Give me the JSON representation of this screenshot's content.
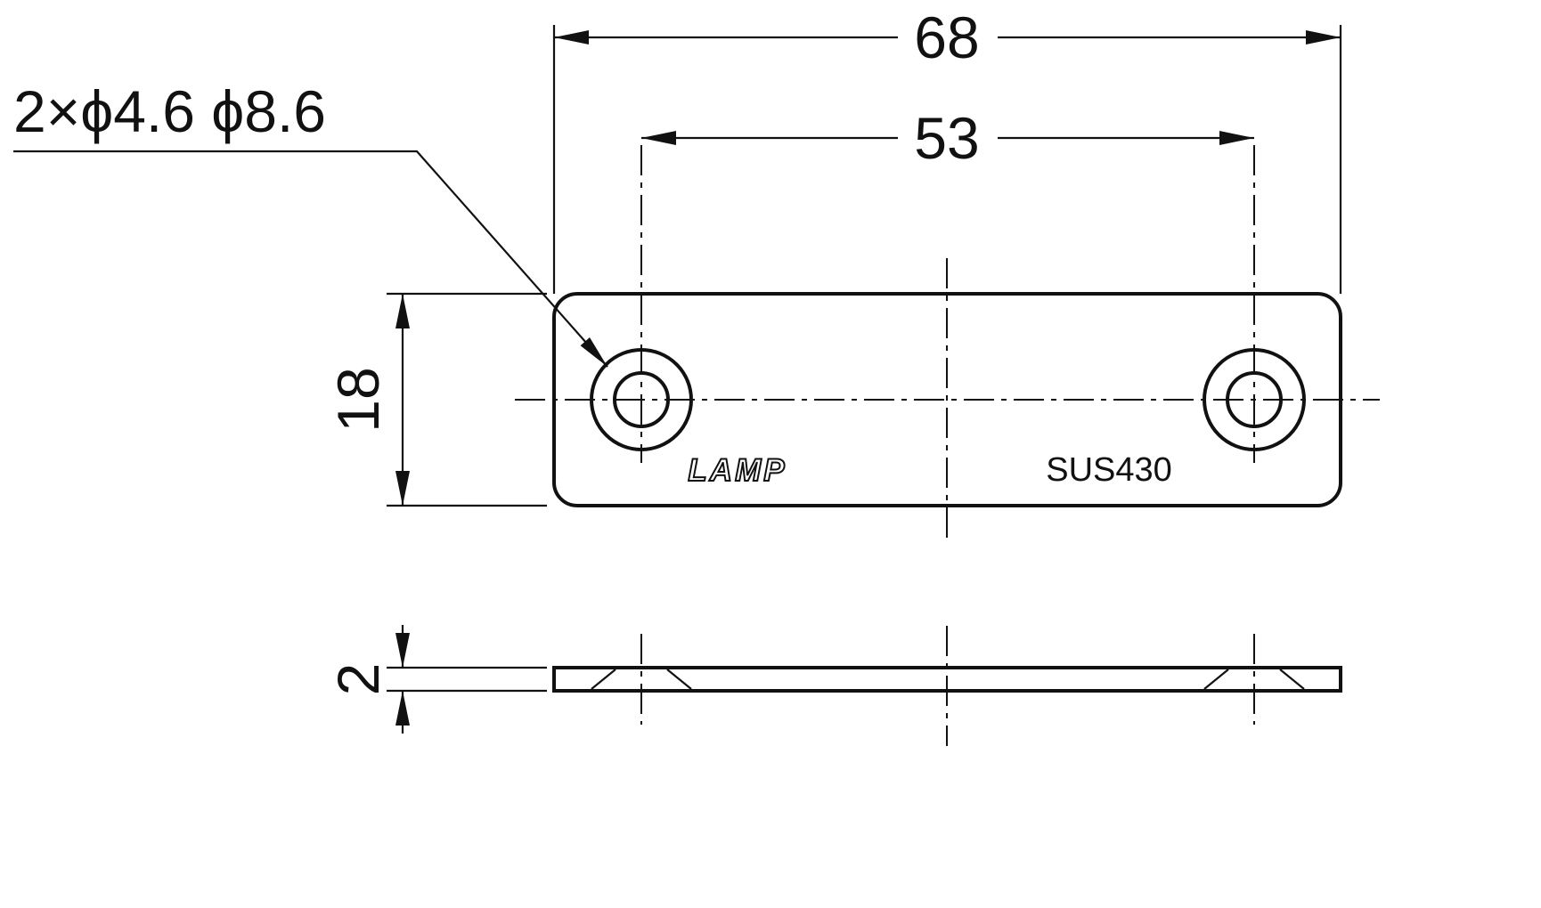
{
  "drawing": {
    "type": "engineering-dimension-drawing",
    "brand": "LAMP",
    "material": "SUS430",
    "dimensions": {
      "overall_width": "68",
      "hole_pitch": "53",
      "plate_height": "18",
      "plate_thickness": "2",
      "hole_callout": "2×ϕ4.6 ϕ8.6"
    },
    "colors": {
      "line": "#111111",
      "background": "#ffffff"
    }
  }
}
